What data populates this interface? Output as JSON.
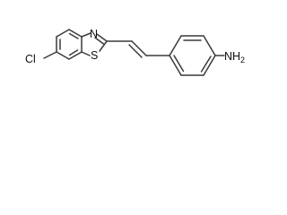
{
  "molecule": {
    "atoms": {
      "chlorine": "Cl",
      "nitrogen": "N",
      "sulfur": "S",
      "amine_n": "N",
      "amine_h": "H",
      "amine_sub": "2"
    },
    "colors": {
      "bond": "#3a3a3a",
      "text": "#111111",
      "background": "#ffffff"
    }
  }
}
